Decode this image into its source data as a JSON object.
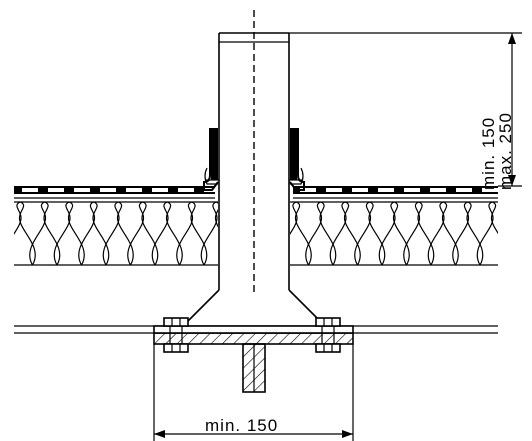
{
  "dimensions": {
    "height_min": "min. 150",
    "height_max": "max. 250",
    "width_min": "min. 150"
  },
  "colors": {
    "line": "#000000",
    "background": "#ffffff"
  }
}
